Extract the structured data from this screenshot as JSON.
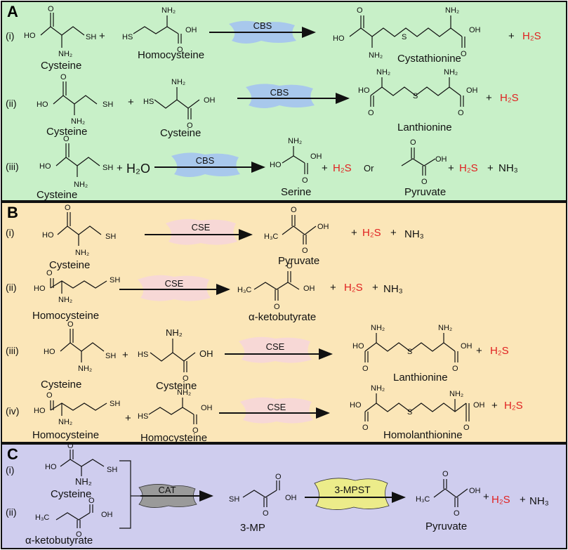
{
  "panels": [
    {
      "letter": "A",
      "bg": "#c8f0c8",
      "enzyme_color": "#a8c8ec",
      "reactions": [
        {
          "num": "(i)",
          "enzyme": "CBS",
          "reactants": [
            "Cysteine",
            "Homocysteine"
          ],
          "extra_reactant": "",
          "products": [
            "Cystathionine"
          ],
          "gas": "H₂S",
          "ammonia": "",
          "or_label": ""
        },
        {
          "num": "(ii)",
          "enzyme": "CBS",
          "reactants": [
            "Cysteine",
            "Cysteine"
          ],
          "extra_reactant": "",
          "products": [
            "Lanthionine"
          ],
          "gas": "H₂S",
          "ammonia": "",
          "or_label": ""
        },
        {
          "num": "(iii)",
          "enzyme": "CBS",
          "reactants": [
            "Cysteine"
          ],
          "extra_reactant": "H₂O",
          "products": [
            "Serine",
            "Pyruvate"
          ],
          "gas": "H₂S",
          "ammonia": "NH₃",
          "or_label": "Or"
        }
      ]
    },
    {
      "letter": "B",
      "bg": "#fbe6b8",
      "enzyme_color": "#f7d8d6",
      "reactions": [
        {
          "num": "(i)",
          "enzyme": "CSE",
          "reactants": [
            "Cysteine"
          ],
          "products": [
            "Pyruvate"
          ],
          "gas": "H₂S",
          "ammonia": "NH₃"
        },
        {
          "num": "(ii)",
          "enzyme": "CSE",
          "reactants": [
            "Homocysteine"
          ],
          "products": [
            "α-ketobutyrate"
          ],
          "gas": "H₂S",
          "ammonia": "NH₃"
        },
        {
          "num": "(iii)",
          "enzyme": "CSE",
          "reactants": [
            "Cysteine",
            "Cysteine"
          ],
          "products": [
            "Lanthionine"
          ],
          "gas": "H₂S",
          "ammonia": ""
        },
        {
          "num": "(iv)",
          "enzyme": "CSE",
          "reactants": [
            "Homocysteine",
            "Homocysteine"
          ],
          "products": [
            "Homolanthionine"
          ],
          "gas": "H₂S",
          "ammonia": ""
        }
      ]
    },
    {
      "letter": "C",
      "bg": "#cfcdee",
      "reactions": [
        {
          "num": "(i)",
          "reactants": [
            "Cysteine"
          ]
        },
        {
          "num": "(ii)",
          "reactants": [
            "α-ketobutyrate"
          ]
        }
      ],
      "enzyme_1": "CAT",
      "enzyme_1_color": "#9a9a9a",
      "intermediate": "3-MP",
      "enzyme_2": "3-MPST",
      "enzyme_2_color": "#ecec8a",
      "product": "Pyruvate",
      "gas": "H₂S",
      "ammonia": "NH₃"
    }
  ],
  "chem_groups": {
    "ho": "HO",
    "oh": "OH",
    "o": "O",
    "sh": "SH",
    "hs": "HS",
    "nh2": "NH₂",
    "s": "S",
    "ch3": "H₃C"
  },
  "plus": "+"
}
